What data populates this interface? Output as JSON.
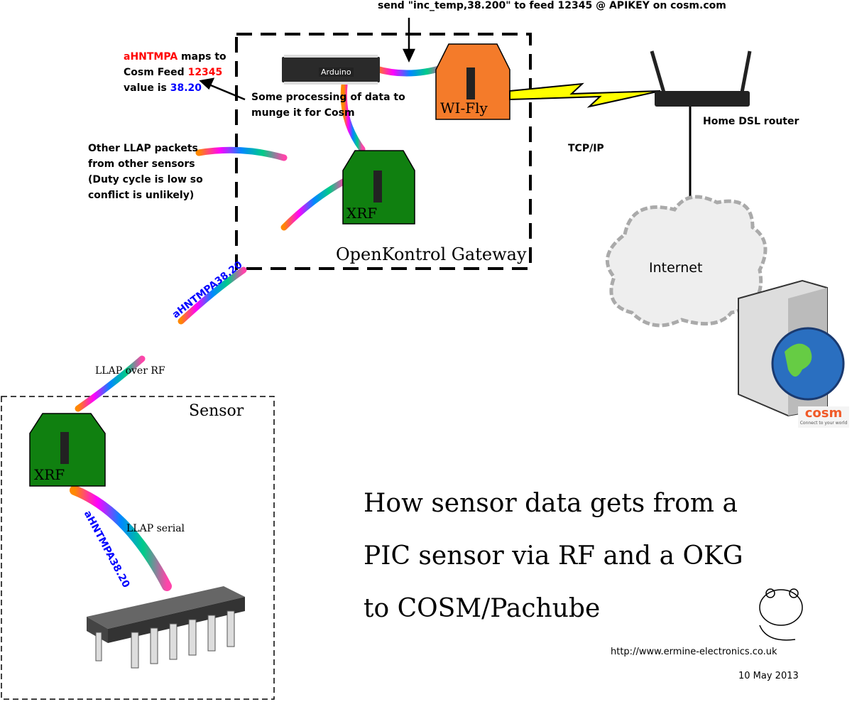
{
  "top_note": "send \"inc_temp,38.200\" to feed 12345 @ APIKEY on cosm.com",
  "mapping_note": {
    "code": "aHNTMPA",
    "line1_rest": " maps to",
    "line2_prefix": "Cosm Feed ",
    "feed": "12345",
    "line3_prefix": "value is ",
    "value": "38.20"
  },
  "processing_note": [
    "Some processing of data to",
    "munge it for Cosm"
  ],
  "other_packets_note": [
    "Other LLAP packets",
    "from other sensors",
    "(Duty cycle is low so",
    "conflict is unlikely)"
  ],
  "gateway": {
    "label": "OpenKontrol Gateway",
    "arduino_label": "Arduino",
    "wifly_label": "WI-Fly",
    "xrf_label": "XRF"
  },
  "router_label": "Home DSL router",
  "tcpip_label": "TCP/IP",
  "internet_label": "Internet",
  "cosm_logo": {
    "name": "cosm",
    "tagline": "Connect to your world"
  },
  "rf_packet_label": "aHNTMPA38.20",
  "llap_rf_label": "LLAP over RF",
  "sensor": {
    "label": "Sensor",
    "xrf_label": "XRF",
    "serial_label": "LLAP serial",
    "packet_label": "aHNTMPA38.20"
  },
  "title_lines": [
    "How sensor data gets from a",
    "PIC sensor via RF and a OKG",
    "to COSM/Pachube"
  ],
  "url": "http://www.ermine-electronics.co.uk",
  "date": "10 May 2013",
  "colors": {
    "wifly": "#f47b2a",
    "xrf": "#108010",
    "highlight_red": "#ff0000",
    "highlight_blue": "#0000ff"
  }
}
